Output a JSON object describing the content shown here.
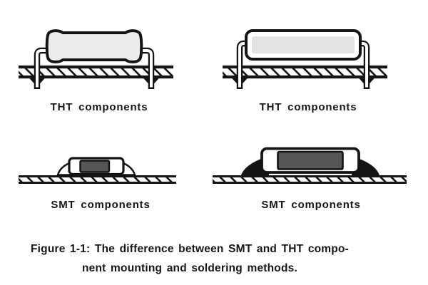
{
  "panels": [
    {
      "label": "THT components"
    },
    {
      "label": "THT components"
    },
    {
      "label": "SMT components"
    },
    {
      "label": "SMT components"
    }
  ],
  "caption": {
    "line1": "Figure 1-1: The difference between SMT and THT compo-",
    "line2": "nent mounting and soldering methods."
  },
  "colors": {
    "ink": "#141414",
    "component_light": "#ececec",
    "component_inset": "#e3e3e3",
    "component_dark": "#565656",
    "solder": "#141414",
    "lead_core": "#ffffff",
    "background": "#ffffff"
  }
}
